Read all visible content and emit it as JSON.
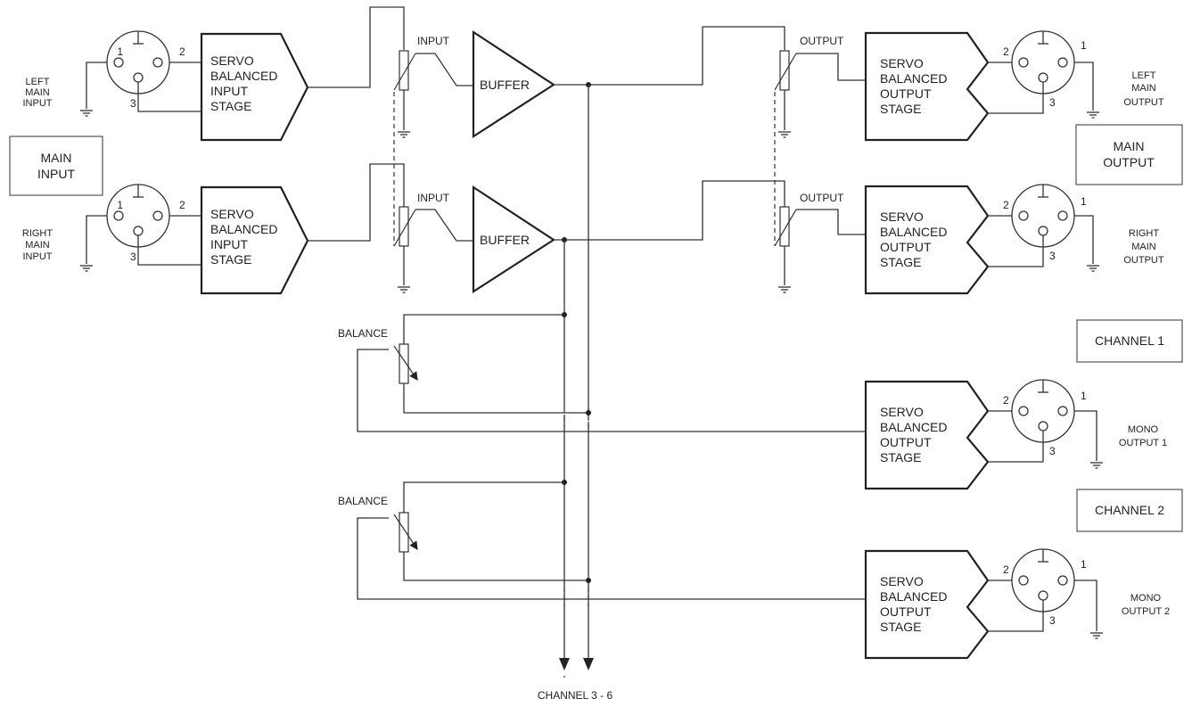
{
  "labels": {
    "left_main_input": [
      "LEFT",
      "MAIN",
      "INPUT"
    ],
    "right_main_input": [
      "RIGHT",
      "MAIN",
      "INPUT"
    ],
    "left_main_output": [
      "LEFT",
      "MAIN",
      "OUTPUT"
    ],
    "right_main_output": [
      "RIGHT",
      "MAIN",
      "OUTPUT"
    ],
    "mono_output_1": [
      "MONO",
      "OUTPUT 1"
    ],
    "mono_output_2": [
      "MONO",
      "OUTPUT 2"
    ],
    "input_pot": "INPUT",
    "output_pot": "OUTPUT",
    "balance_pot": "BALANCE",
    "buffer": "BUFFER",
    "channel_3_6": "CHANNEL 3 - 6"
  },
  "boxes": {
    "main_input": [
      "MAIN",
      "INPUT"
    ],
    "main_output": [
      "MAIN",
      "OUTPUT"
    ],
    "channel_1": "CHANNEL 1",
    "channel_2": "CHANNEL 2"
  },
  "stages": {
    "input_stage": [
      "SERVO",
      "BALANCED",
      "INPUT",
      "STAGE"
    ],
    "output_stage": [
      "SERVO",
      "BALANCED",
      "OUTPUT",
      "STAGE"
    ]
  },
  "pins": {
    "p1": "1",
    "p2": "2",
    "p3": "3"
  }
}
